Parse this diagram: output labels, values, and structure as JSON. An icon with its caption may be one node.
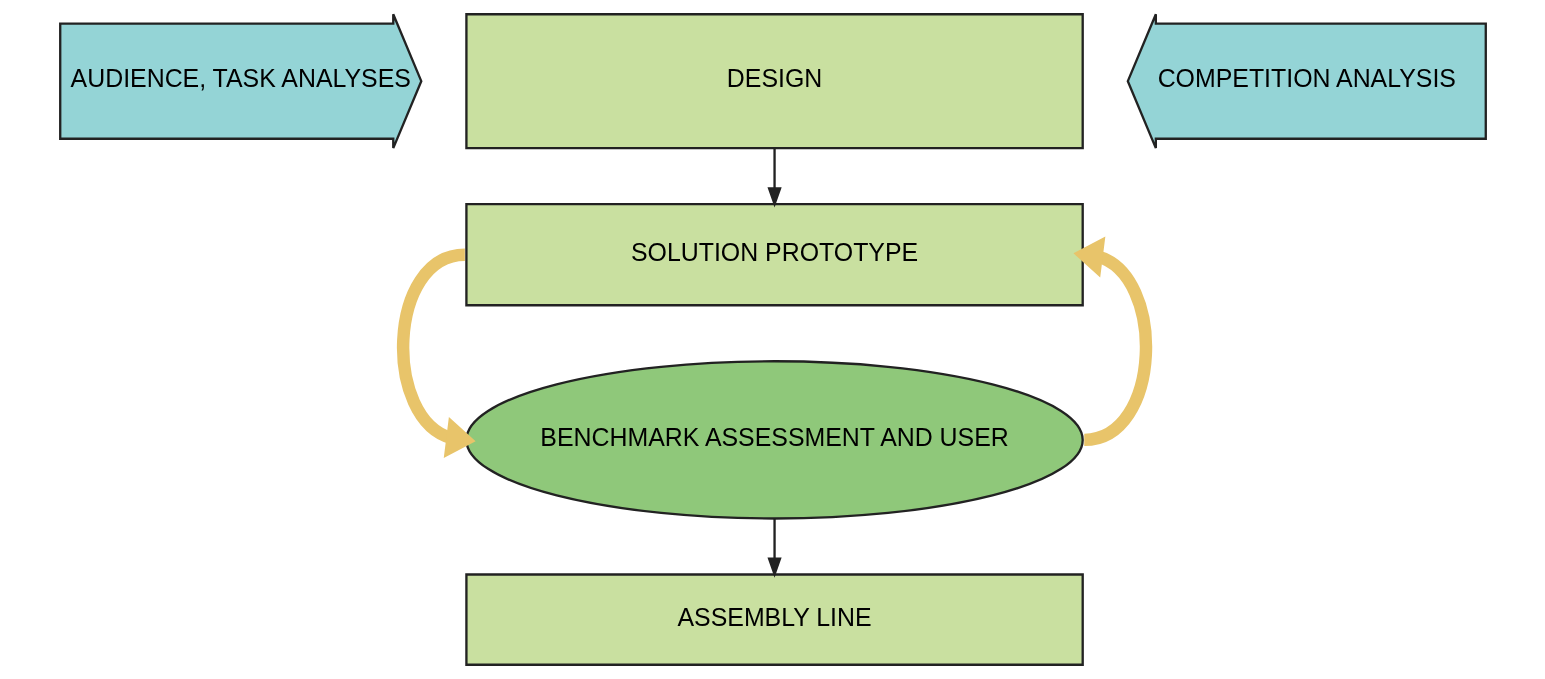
{
  "diagram": {
    "nodes": [
      {
        "text": [
          "AUDIENCE, TASK ANALYSES"
        ]
      },
      {
        "text": [
          "DESIGN"
        ]
      },
      {
        "text": [
          "COMPETITION ANALYSIS"
        ]
      },
      {
        "text": [
          "SOLUTION PROTOTYPE"
        ]
      },
      {
        "text": [
          "BENCHMARK ASSESSMENT AND USER"
        ]
      },
      {
        "text": [
          "ASSEMBLY LINE"
        ]
      }
    ],
    "edges": [
      {
        "from": 1,
        "to": 3,
        "arrow": "to"
      },
      {
        "from": 3,
        "to": 4,
        "arrow": "to",
        "style": "thick",
        "color": "#e8c46a"
      },
      {
        "from": 4,
        "to": 3,
        "arrow": "to",
        "style": "thick",
        "color": "#e8c46a"
      },
      {
        "from": 4,
        "to": 5,
        "arrow": "to"
      }
    ]
  }
}
